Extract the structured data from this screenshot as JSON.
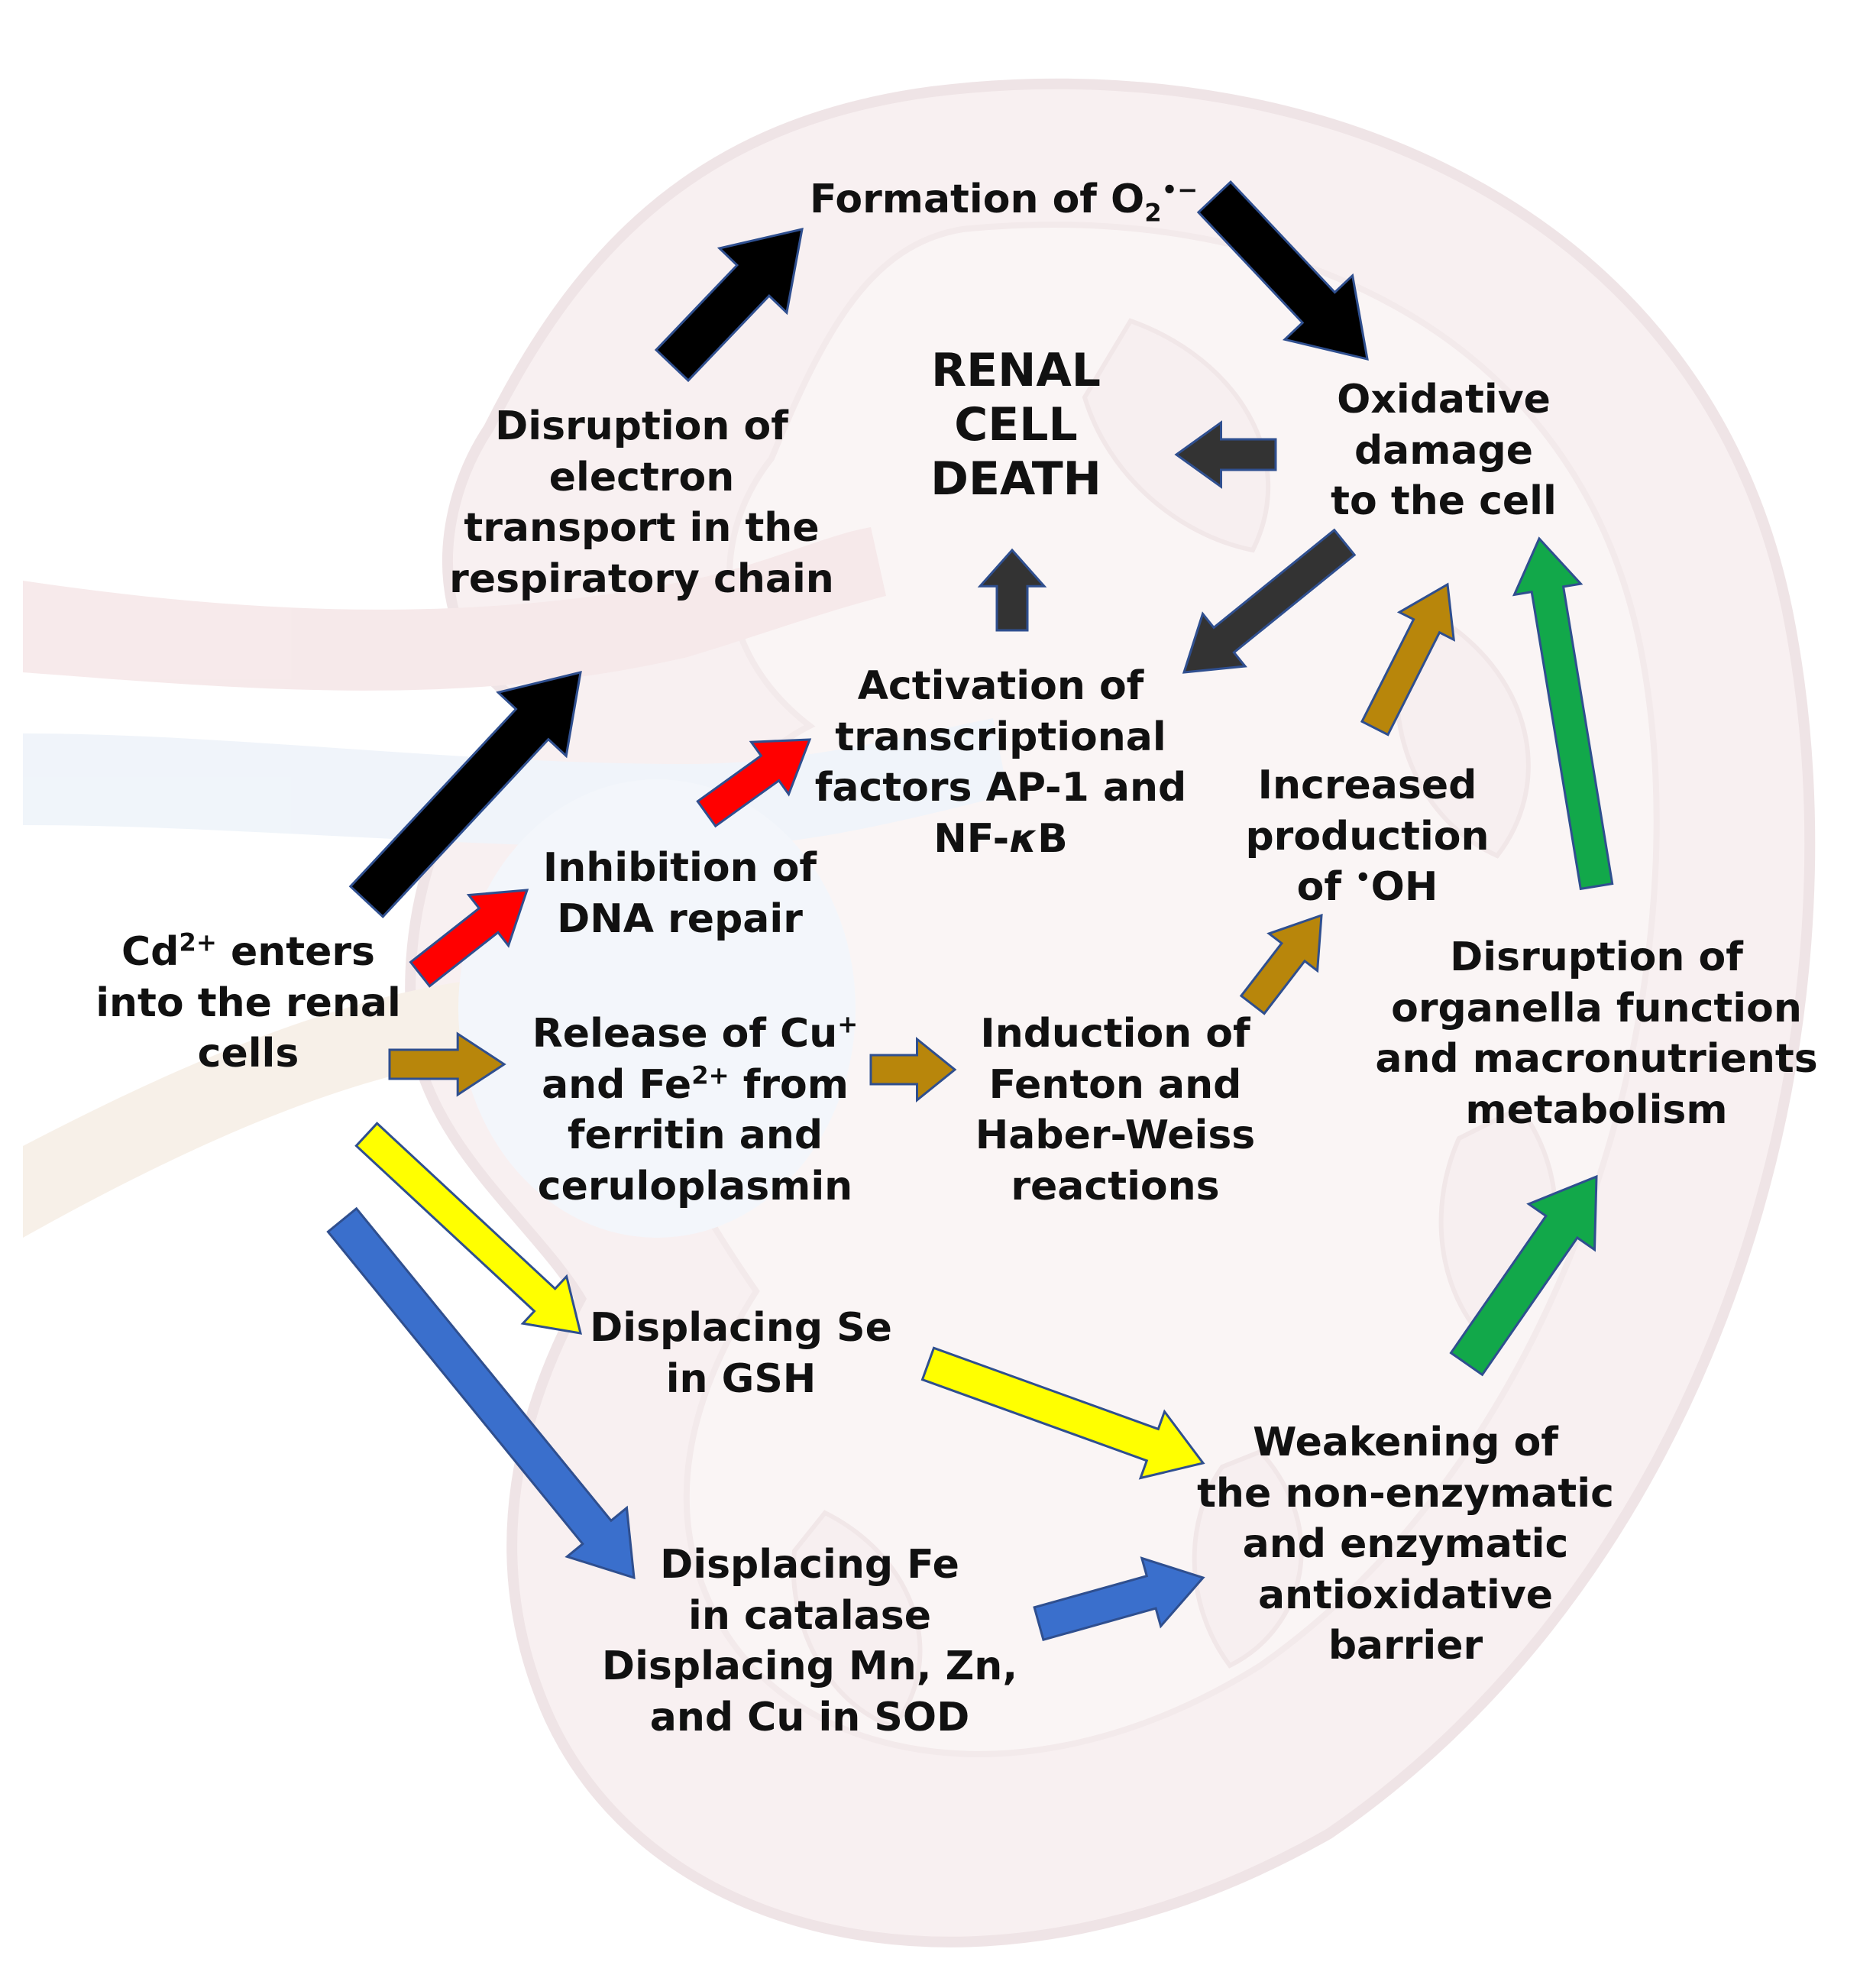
{
  "labels": {
    "formation": {
      "pre": "Formation of O",
      "sub": "2",
      "sup": "•−"
    },
    "renal_death": [
      "RENAL",
      "CELL",
      "DEATH"
    ],
    "oxidative_damage": [
      "Oxidative",
      "damage",
      "to the cell"
    ],
    "disruption_electron": [
      "Disruption of",
      "electron",
      "transport in the",
      "respiratory chain"
    ],
    "activation": [
      "Activation of",
      "transcriptional",
      "factors AP-1 and"
    ],
    "activation_nfkb": {
      "pre": "NF-",
      "kappa": "κ",
      "post": "B"
    },
    "increased_oh": [
      "Increased",
      "production"
    ],
    "increased_oh_last": {
      "pre": "of ",
      "sup": "•",
      "post": "OH"
    },
    "inhibition": [
      "Inhibition of",
      "DNA repair"
    ],
    "cd_enters": {
      "pre": "Cd",
      "sup": "2+",
      "post": " enters",
      "line2": "into the renal",
      "line3": "cells"
    },
    "release": {
      "l1_pre": "Release of Cu",
      "l1_sup": "+",
      "l2_pre": "and Fe",
      "l2_sup": "2+",
      "l2_post": " from",
      "l3": "ferritin and",
      "l4": "ceruloplasmin"
    },
    "induction": [
      "Induction of",
      "Fenton and",
      "Haber-Weiss",
      "reactions"
    ],
    "disruption_organella": [
      "Disruption of",
      "organella function",
      "and macronutrients",
      "metabolism"
    ],
    "displacing_se": [
      "Displacing Se",
      "in GSH"
    ],
    "weakening": [
      "Weakening of",
      "the non-enzymatic",
      "and enzymatic",
      "antioxidative",
      "barrier"
    ],
    "displacing_fe": [
      "Displacing Fe",
      "in catalase",
      "Displacing Mn, Zn,",
      "and Cu in SOD"
    ]
  },
  "colors": {
    "black": "#000000",
    "dark_gray": "#333333",
    "red": "#ff0000",
    "brown": "#b8860b",
    "yellow": "#ffff00",
    "blue": "#3a6fcc",
    "green": "#12a84a",
    "kidney_fill": "#f6ecec",
    "kidney_edge": "#e6d6d6",
    "arrow_tail_edge": "#2f4f8f"
  }
}
